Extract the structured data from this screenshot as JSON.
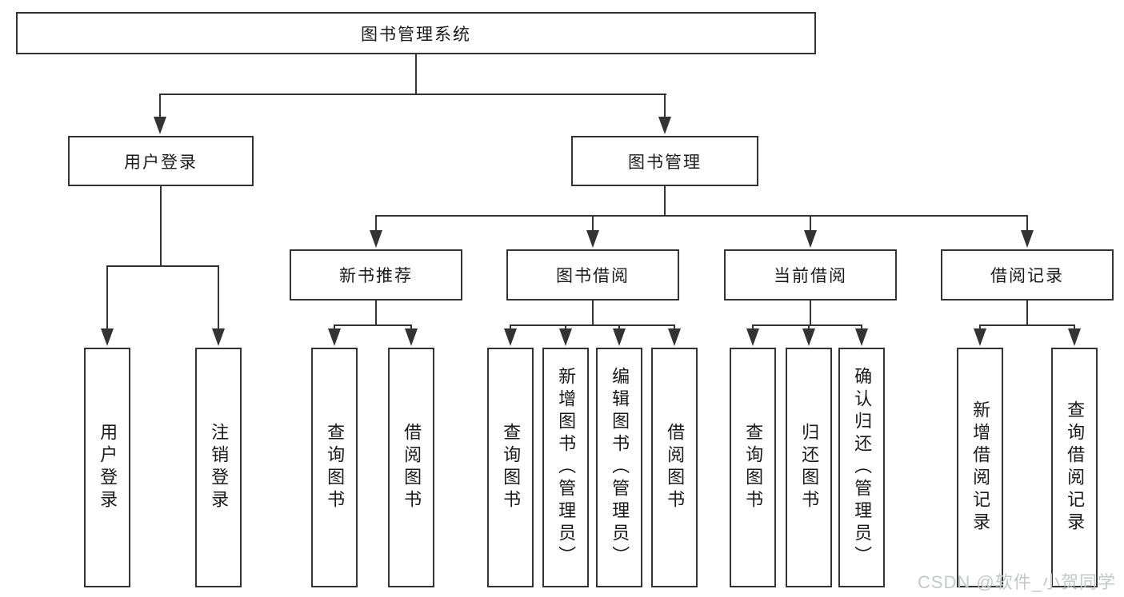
{
  "diagram": {
    "root": {
      "label": "图书管理系统"
    },
    "level2": [
      {
        "label": "用户登录"
      },
      {
        "label": "图书管理"
      }
    ],
    "level3": [
      {
        "label": "新书推荐"
      },
      {
        "label": "图书借阅"
      },
      {
        "label": "当前借阅"
      },
      {
        "label": "借阅记录"
      }
    ],
    "leaves": [
      {
        "label": "用户登录"
      },
      {
        "label": "注销登录"
      },
      {
        "label": "查询图书"
      },
      {
        "label": "借阅图书"
      },
      {
        "label": "查询图书"
      },
      {
        "label": "新增图书（管理员）"
      },
      {
        "label": "编辑图书（管理员）"
      },
      {
        "label": "借阅图书"
      },
      {
        "label": "查询图书"
      },
      {
        "label": "归还图书"
      },
      {
        "label": "确认归还（管理员）"
      },
      {
        "label": "新增借阅记录"
      },
      {
        "label": "查询借阅记录"
      }
    ],
    "watermark": "CSDN @软件_小贺同学",
    "colors": {
      "line": "#333333",
      "text": "#1a1a1a",
      "watermark": "#c4c7cb",
      "background": "#ffffff"
    }
  }
}
